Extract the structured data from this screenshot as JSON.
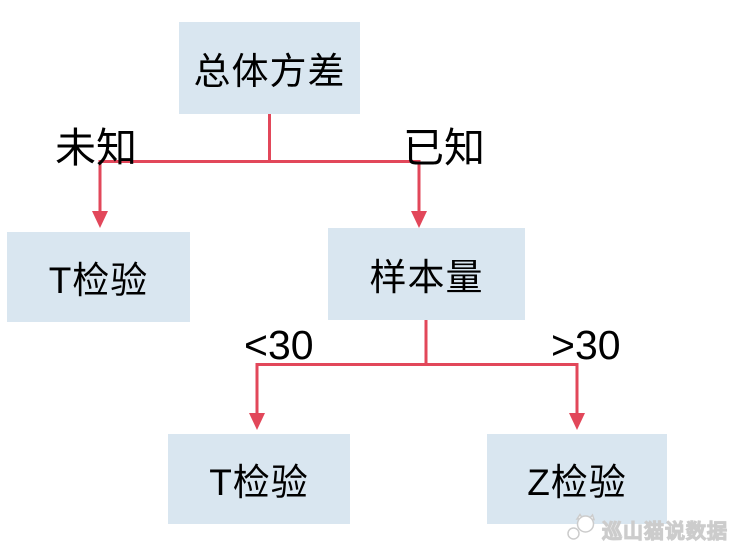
{
  "diagram": {
    "type": "flowchart",
    "topic": "Choosing a hypothesis test based on population variance and sample size",
    "nodes": {
      "root": {
        "label": "总体方差"
      },
      "t_test_left": {
        "label": "T检验"
      },
      "sample_size": {
        "label": "样本量"
      },
      "t_test_bottom": {
        "label": "T检验"
      },
      "z_test": {
        "label": "Z检验"
      }
    },
    "edges": {
      "unknown": {
        "label": "未知",
        "from": "root",
        "to": "t_test_left"
      },
      "known": {
        "label": "已知",
        "from": "root",
        "to": "sample_size"
      },
      "lt30": {
        "label": "<30",
        "from": "sample_size",
        "to": "t_test_bottom"
      },
      "gt30": {
        "label": ">30",
        "from": "sample_size",
        "to": "z_test"
      }
    },
    "colors": {
      "node_fill": "#d9e6f0",
      "arrow_red": "#e2475a",
      "text": "#000000",
      "watermark_gray": "#cccccc"
    },
    "watermark": {
      "icon": "cat-logo-icon",
      "text": "巡山猫说数据"
    }
  }
}
